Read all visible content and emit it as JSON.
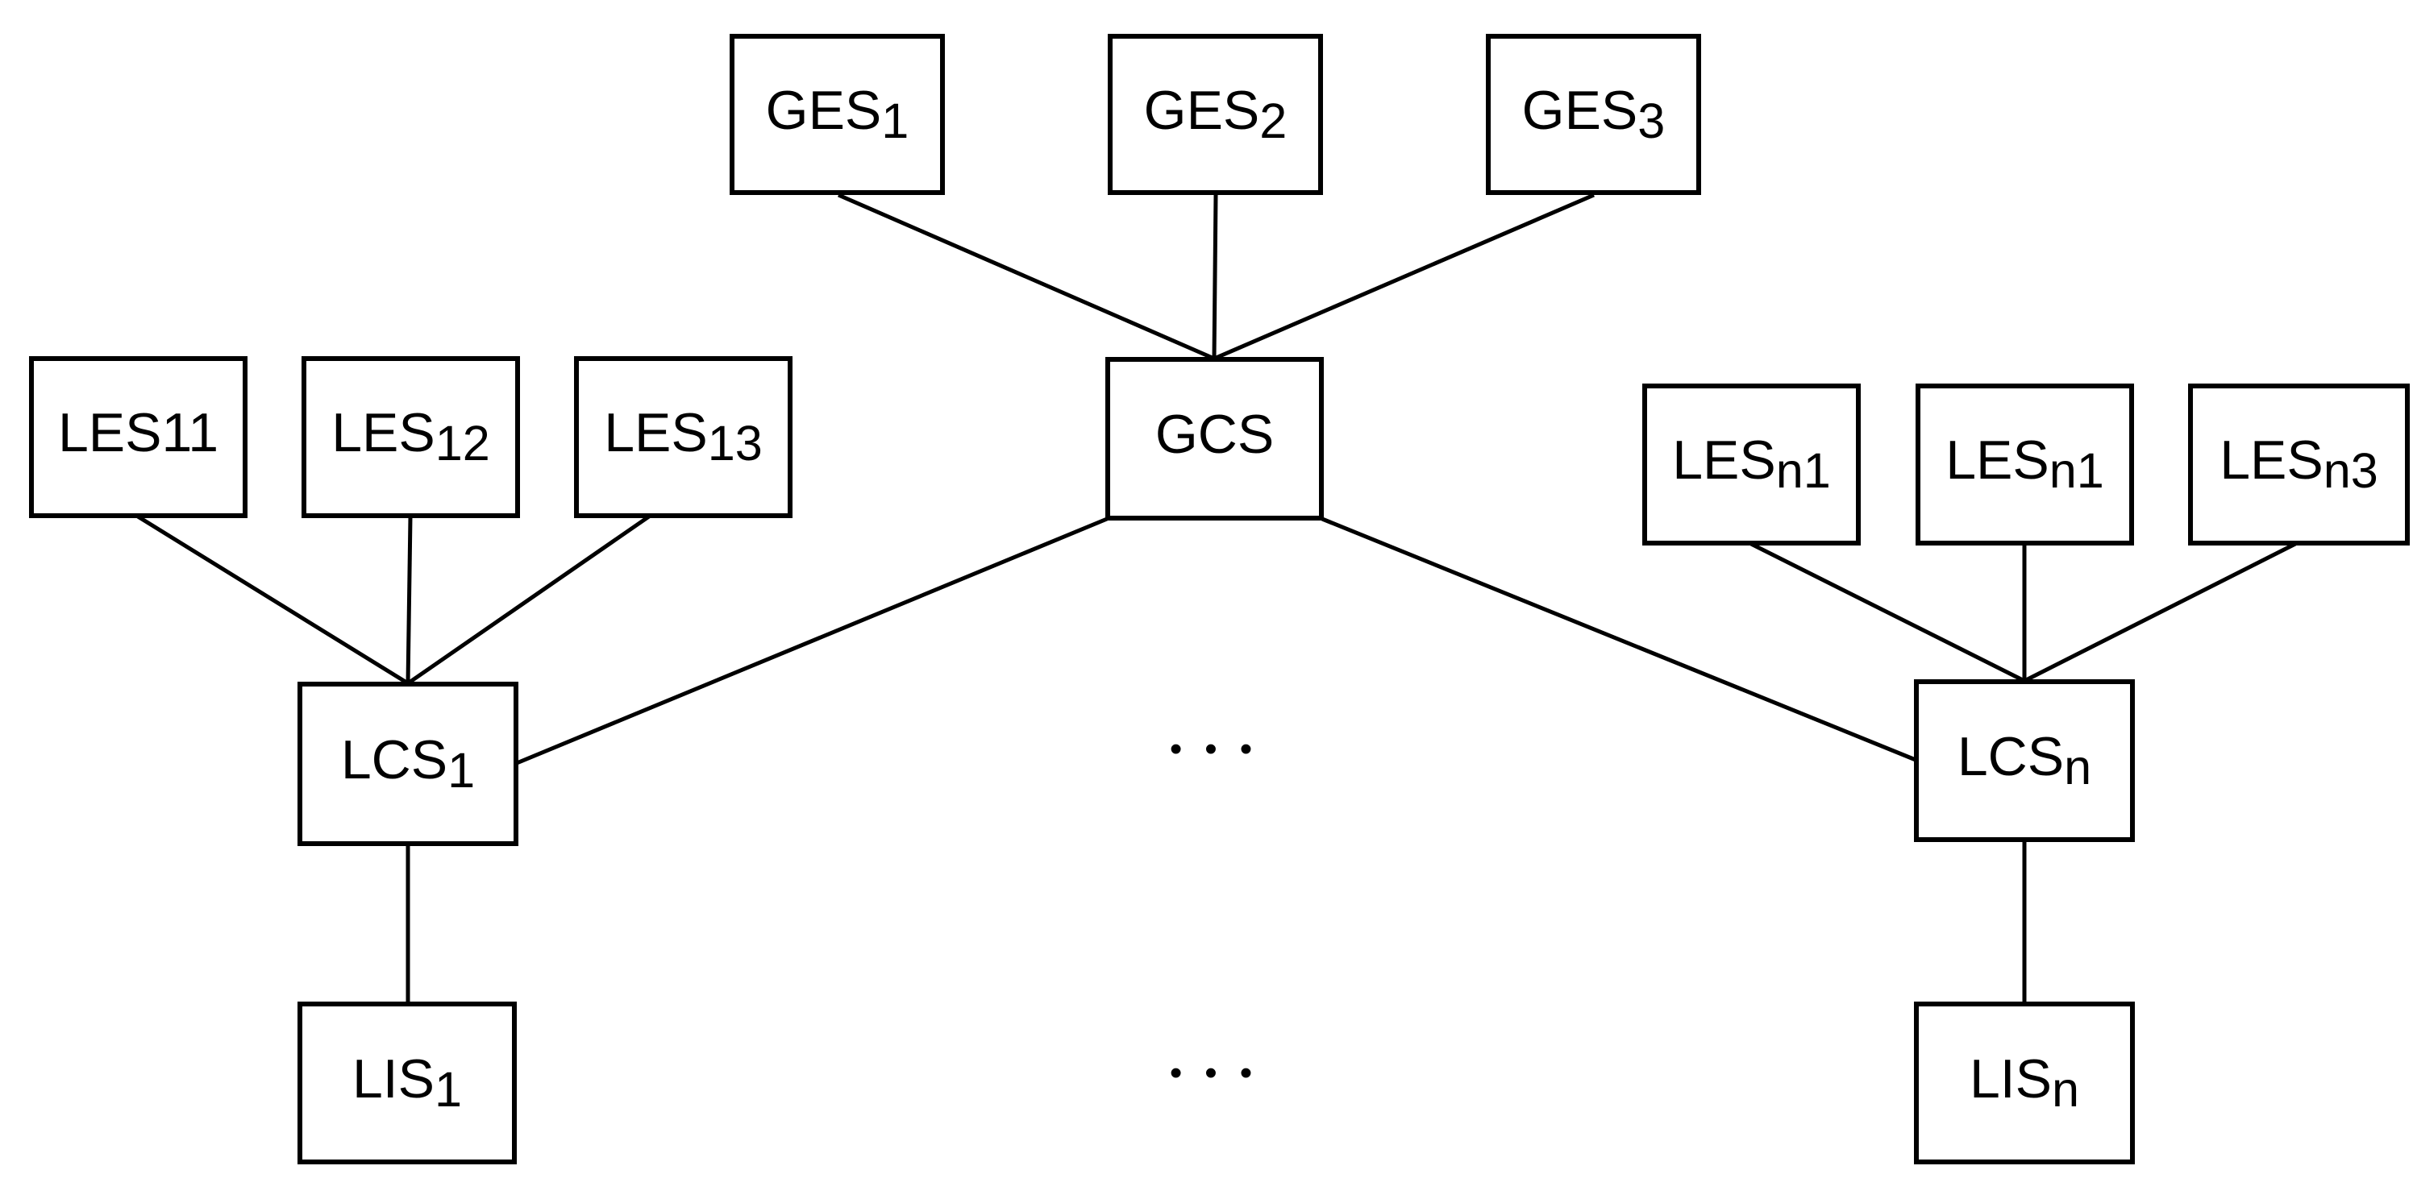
{
  "diagram": {
    "title": "hierarchical server topology",
    "ink_color": "#000000",
    "background_color": "#ffffff"
  },
  "nodes": {
    "ges1": {
      "base": "GES",
      "sub": "1"
    },
    "ges2": {
      "base": "GES",
      "sub": "2"
    },
    "ges3": {
      "base": "GES",
      "sub": "3"
    },
    "gcs": {
      "base": "GCS",
      "sub": ""
    },
    "les11": {
      "base": "LES11",
      "sub": ""
    },
    "les12": {
      "base": "LES",
      "sub": "12"
    },
    "les13": {
      "base": "LES",
      "sub": "13"
    },
    "lesn1a": {
      "base": "LES",
      "sub": "n1"
    },
    "lesn1b": {
      "base": "LES",
      "sub": "n1"
    },
    "lesn3": {
      "base": "LES",
      "sub": "n3"
    },
    "lcs1": {
      "base": "LCS",
      "sub": "1"
    },
    "lcsn": {
      "base": "LCS",
      "sub": "n"
    },
    "lis1": {
      "base": "LIS",
      "sub": "1"
    },
    "lisn": {
      "base": "LIS",
      "sub": "n"
    }
  },
  "ellipsis": {
    "row1": "•••",
    "row2": "•••"
  }
}
